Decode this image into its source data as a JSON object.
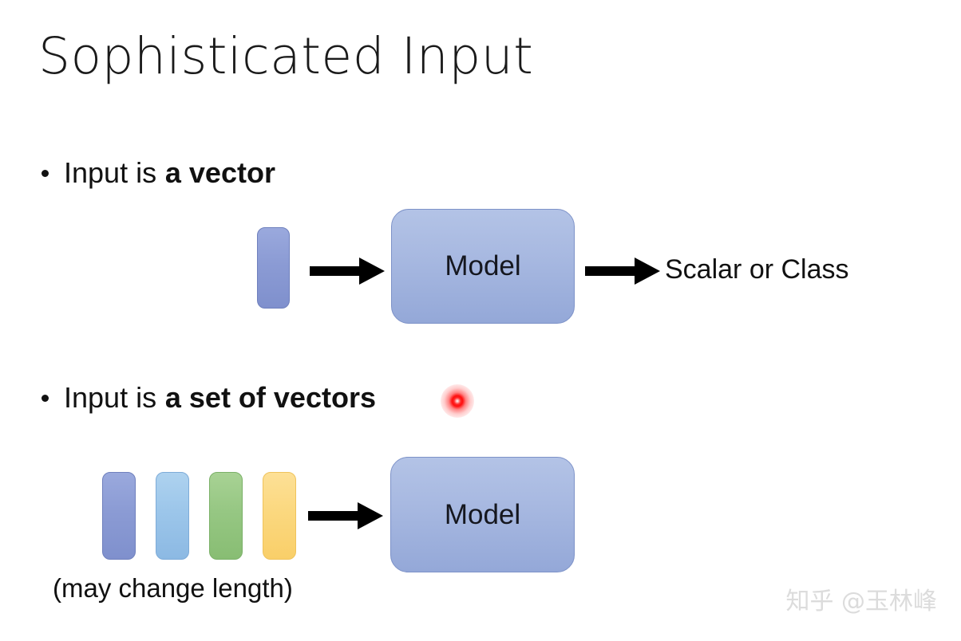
{
  "slide": {
    "title": "Sophisticated Input",
    "background_color": "#ffffff",
    "text_color": "#111111"
  },
  "bullets": [
    {
      "marker": "bullet-dot",
      "plain_text": "Input is ",
      "bold_text": "a vector"
    },
    {
      "marker": "bullet-dot",
      "plain_text": "Input is ",
      "bold_text": "a set of vectors"
    }
  ],
  "pointer": {
    "name": "laser-pointer-dot",
    "color": "#ff0000"
  },
  "row_one": {
    "input_bars": [
      {
        "label": "vector-bar",
        "color": "#8b9bd4"
      }
    ],
    "arrow_in": "arrow-right",
    "model_label": "Model",
    "arrow_out": "arrow-right",
    "output_label": "Scalar or Class"
  },
  "row_two": {
    "input_bars": [
      {
        "label": "vector-bar-1",
        "color": "#8b9bd4"
      },
      {
        "label": "vector-bar-2",
        "color": "#9cc6ea"
      },
      {
        "label": "vector-bar-3",
        "color": "#96c783"
      },
      {
        "label": "vector-bar-4",
        "color": "#fbd87f"
      }
    ],
    "arrow_in": "arrow-right",
    "model_label": "Model",
    "caption": "(may change length)"
  },
  "watermark": {
    "text": "知乎 @玉林峰",
    "color": "#dcdcdc"
  }
}
